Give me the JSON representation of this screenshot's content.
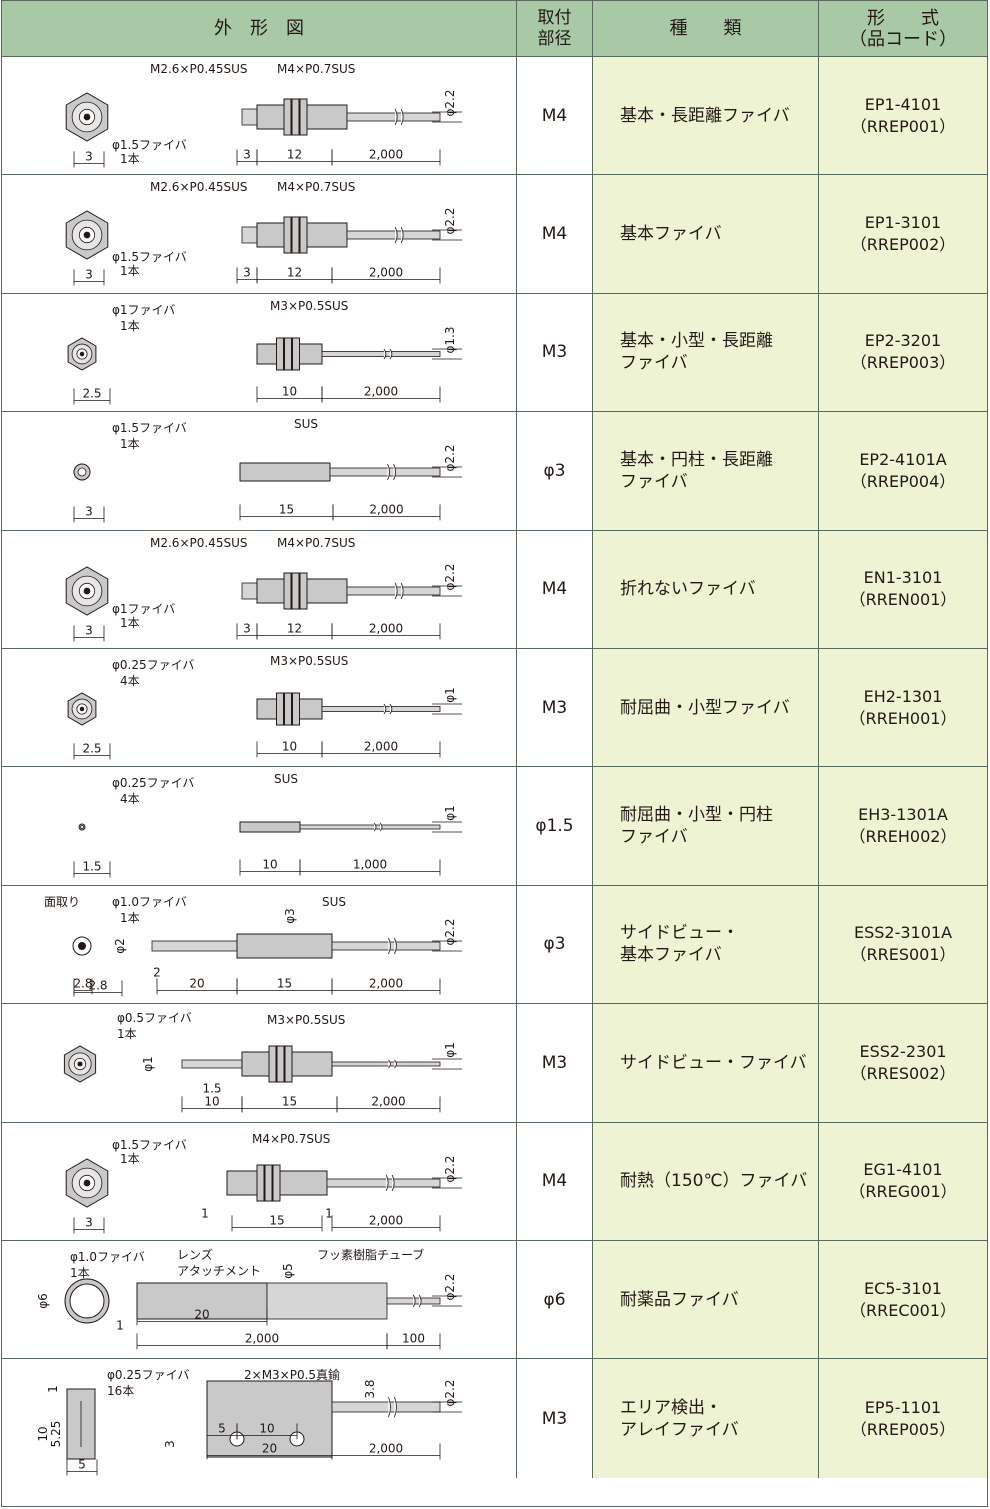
{
  "header": {
    "figure": "外　形　図",
    "mount": "取付\n部径",
    "type": "種　　類",
    "model": "形　　式\n（品コード）"
  },
  "rows": [
    {
      "mount": "M4",
      "type": "基本・長距離ファイバ",
      "model": "EP1-4101",
      "code": "（RREP001）",
      "labels": {
        "thread1": "M2.6×P0.45SUS",
        "thread2": "M4×P0.7SUS",
        "fiber": "φ1.5ファイバ",
        "count": "1本",
        "d_end": "3",
        "d_a": "3",
        "d_b": "12",
        "d_c": "2,000",
        "dia": "φ2.2"
      }
    },
    {
      "mount": "M4",
      "type": "基本ファイバ",
      "model": "EP1-3101",
      "code": "（RREP002）",
      "labels": {
        "thread1": "M2.6×P0.45SUS",
        "thread2": "M4×P0.7SUS",
        "fiber": "φ1.5ファイバ",
        "count": "1本",
        "d_end": "3",
        "d_a": "3",
        "d_b": "12",
        "d_c": "2,000",
        "dia": "φ2.2"
      }
    },
    {
      "mount": "M3",
      "type": "基本・小型・長距離\nファイバ",
      "model": "EP2-3201",
      "code": "（RREP003）",
      "labels": {
        "thread2": "M3×P0.5SUS",
        "fiber": "φ1ファイバ",
        "count": "1本",
        "d_end": "2.5",
        "d_b": "10",
        "d_c": "2,000",
        "dia": "φ1.3"
      }
    },
    {
      "mount": "φ3",
      "type": "基本・円柱・長距離\nファイバ",
      "model": "EP2-4101A",
      "code": "（RREP004）",
      "labels": {
        "thread2": "SUS",
        "fiber": "φ1.5ファイバ",
        "count": "1本",
        "d_end": "3",
        "d_b": "15",
        "d_c": "2,000",
        "dia": "φ2.2"
      }
    },
    {
      "mount": "M4",
      "type": "折れないファイバ",
      "model": "EN1-3101",
      "code": "（RREN001）",
      "labels": {
        "thread1": "M2.6×P0.45SUS",
        "thread2": "M4×P0.7SUS",
        "fiber": "φ1ファイバ",
        "count": "1本",
        "d_end": "3",
        "d_a": "3",
        "d_b": "12",
        "d_c": "2,000",
        "dia": "φ2.2"
      }
    },
    {
      "mount": "M3",
      "type": "耐屈曲・小型ファイバ",
      "model": "EH2-1301",
      "code": "（RREH001）",
      "labels": {
        "thread2": "M3×P0.5SUS",
        "fiber": "φ0.25ファイバ",
        "count": "4本",
        "d_end": "2.5",
        "d_b": "10",
        "d_c": "2,000",
        "dia": "φ1"
      }
    },
    {
      "mount": "φ1.5",
      "type": "耐屈曲・小型・円柱\nファイバ",
      "model": "EH3-1301A",
      "code": "（RREH002）",
      "labels": {
        "thread2": "SUS",
        "fiber": "φ0.25ファイバ",
        "count": "4本",
        "d_end": "1.5",
        "d_b": "10",
        "d_c": "1,000",
        "dia": "φ1"
      }
    },
    {
      "mount": "φ3",
      "type": "サイドビュー・\n基本ファイバ",
      "model": "ESS2-3101A",
      "code": "（RRES001）",
      "labels": {
        "chamfer": "面取り",
        "fiber": "φ1.0ファイバ",
        "count": "1本",
        "thread2": "SUS",
        "d_end": "2.8",
        "d_tip": "2",
        "d_tipdia": "φ2",
        "d_mid": "φ3",
        "d_a": "20",
        "d_b": "15",
        "d_c": "2,000",
        "dia": "φ2.2"
      }
    },
    {
      "mount": "M3",
      "type": "サイドビュー・ファイバ",
      "model": "ESS2-2301",
      "code": "（RRES002）",
      "labels": {
        "fiber": "φ0.5ファイバ",
        "count": "1本",
        "thread2": "M3×P0.5SUS",
        "d_tipdia": "φ1",
        "d_x": "1.5",
        "d_a": "10",
        "d_b": "15",
        "d_c": "2,000",
        "dia": "φ1"
      }
    },
    {
      "mount": "M4",
      "type": "耐熱（150℃）ファイバ",
      "model": "EG1-4101",
      "code": "（RREG001）",
      "labels": {
        "thread2": "M4×P0.7SUS",
        "fiber": "φ1.5ファイバ",
        "count": "1本",
        "d_end": "3",
        "d_a": "1",
        "d_b": "15",
        "d_x": "1",
        "d_c": "2,000",
        "dia": "φ2.2"
      }
    },
    {
      "mount": "φ6",
      "type": "耐薬品ファイバ",
      "model": "EC5-3101",
      "code": "（RREC001）",
      "labels": {
        "fiber": "φ1.0ファイバ",
        "count": "1本",
        "lens": "レンズ",
        "attach": "アタッチメント",
        "tube": "フッ素樹脂チューブ",
        "d_outer": "φ6",
        "d_mid": "φ5",
        "d_x": "1",
        "d_a": "20",
        "d_c": "2,000",
        "d_end": "100",
        "dia": "φ2.2"
      }
    },
    {
      "mount": "M3",
      "type": "エリア検出・\nアレイファイバ",
      "model": "EP5-1101",
      "code": "（RREP005）",
      "labels": {
        "fiber": "φ0.25ファイバ",
        "count": "16本",
        "thread2": "2×M3×P0.5真鍮",
        "d_h": "10",
        "d_h2": "5.25",
        "d_top": "1",
        "d_w": "5",
        "d_y": "3",
        "d_a": "5",
        "d_a2": "10",
        "d_b": "20",
        "d_c": "2,000",
        "d_z": "3.8",
        "dia": "φ2.2"
      }
    }
  ]
}
